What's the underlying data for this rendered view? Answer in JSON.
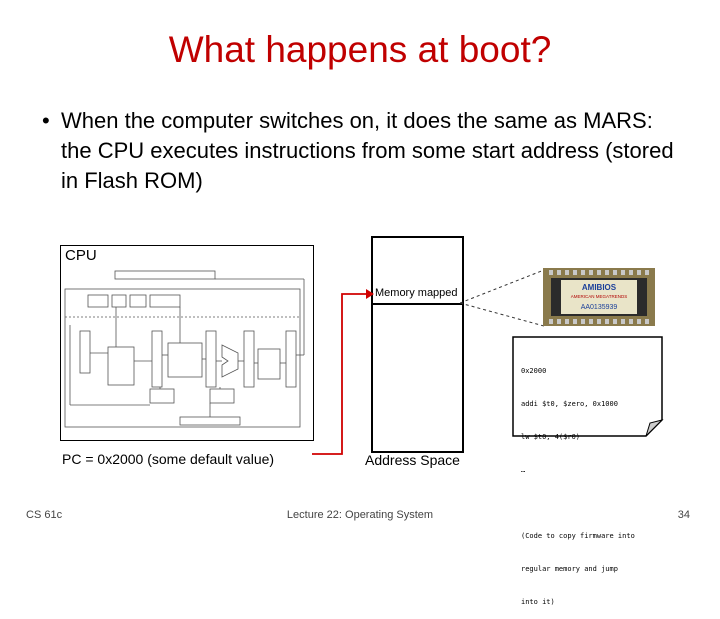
{
  "title": "What happens at boot?",
  "bullet": {
    "marker": "•",
    "text": "When the computer switches on, it does the same as MARS: the CPU executes instructions from some start address (stored in Flash ROM)"
  },
  "cpu": {
    "label": "CPU",
    "pc_label": "PC = 0x2000 (some default value)"
  },
  "memory": {
    "mapped_label": "Memory mapped",
    "address_label": "Address Space"
  },
  "chip": {
    "brand": "AMIBIOS",
    "line1": "AMERICAN MEGATRENDS",
    "line2": "AA0135939"
  },
  "note": {
    "lines": [
      "0x2000",
      "addi $t0, $zero, 0x1000",
      "lw $t0, 4($r0)",
      "…",
      "(Code to copy firmware into",
      "regular memory and jump",
      "into it)"
    ]
  },
  "footer": {
    "left": "CS 61c",
    "center": "Lecture 22: Operating System",
    "right": "34"
  }
}
